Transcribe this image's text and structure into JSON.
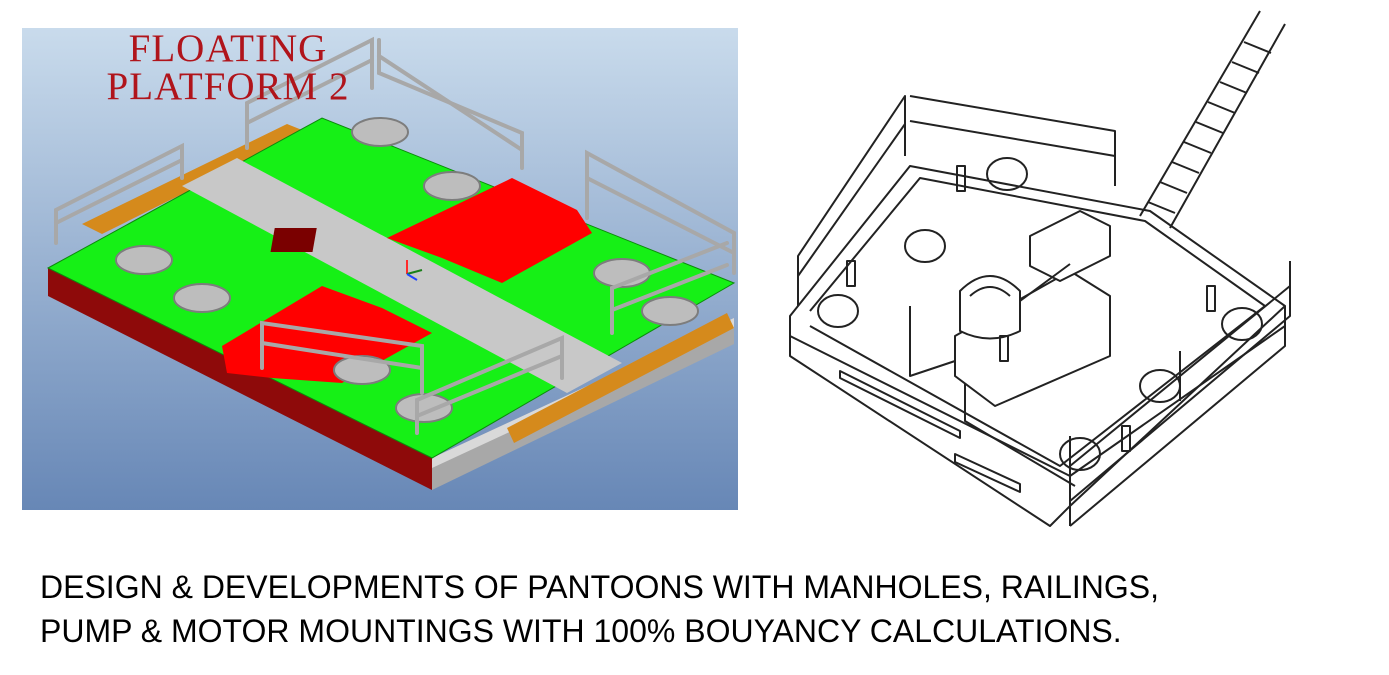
{
  "left_render": {
    "title_line1": "FLOATING",
    "title_line2": "PLATFORM 2",
    "background_top": "#c7d9ea",
    "background_bottom": "#6b8bb8",
    "deck_green": "#16f016",
    "walkway_grey": "#c8c8c8",
    "pad_red": "#ff0000",
    "hull_red": "#9a0a0a",
    "skid_orange": "#d58a1c",
    "railing_color": "#a8a8a8",
    "manhole_icon": "manhole-cover-icon"
  },
  "right_drawing": {
    "style": "isometric line drawing",
    "components": [
      "ladder",
      "railings",
      "manholes",
      "pump",
      "motor"
    ]
  },
  "caption": {
    "line1": "DESIGN & DEVELOPMENTS OF PANTOONS WITH MANHOLES, RAILINGS,",
    "line2": "PUMP & MOTOR MOUNTINGS WITH 100% BOUYANCY CALCULATIONS."
  }
}
